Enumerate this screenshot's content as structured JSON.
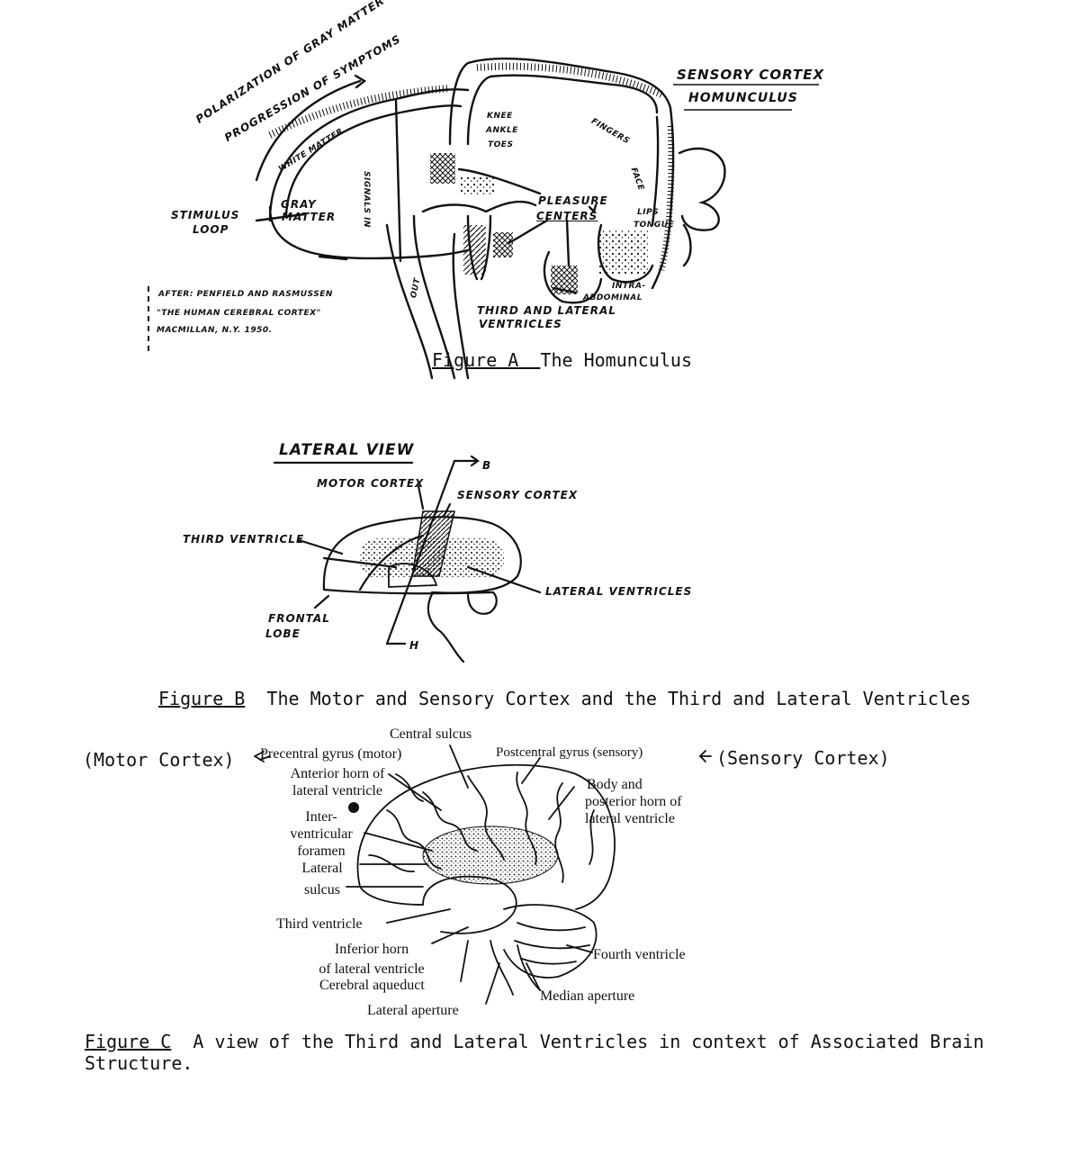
{
  "figure_a": {
    "caption_label": "Figure A",
    "caption_title": "The Homunculus",
    "labels": {
      "sensory_cortex": "SENSORY CORTEX",
      "homunculus": "HOMUNCULUS",
      "polarization": "POLARIZATION OF GRAY MATTER CAUSES",
      "progression": "PROGRESSION OF SYMPTOMS",
      "white_matter": "WHITE MATTER",
      "stimulus": "STIMULUS",
      "loop": "LOOP",
      "gray": "GRAY",
      "matter": "MATTER",
      "pleasure": "PLEASURE",
      "centers": "CENTERS",
      "third_and_lateral": "THIRD AND LATERAL",
      "ventricles": "VENTRICLES",
      "intra": "INTRA-",
      "abdominal": "ABDOMINAL",
      "lips": "LIPS",
      "tongue": "TONGUE",
      "signals_in": "SIGNALS IN",
      "signals_out": "OUT",
      "knee": "KNEE",
      "ankle": "ANKLE",
      "toes": "TOES",
      "fingers": "FINGERS",
      "face": "FACE",
      "after_1": "AFTER: PENFIELD AND RASMUSSEN",
      "after_2": "\"THE HUMAN CEREBRAL CORTEX\"",
      "after_3": "MACMILLAN, N.Y. 1950."
    }
  },
  "figure_b": {
    "caption_label": "Figure B",
    "caption_title": "The Motor and Sensory Cortex and the Third and Lateral Ventricles",
    "labels": {
      "lateral_view": "LATERAL VIEW",
      "motor_cortex": "MOTOR CORTEX",
      "sensory_cortex": "SENSORY CORTEX",
      "third_ventricle": "THIRD VENTRICLE",
      "lateral_ventricles": "LATERAL VENTRICLES",
      "frontal": "FRONTAL",
      "lobe": "LOBE",
      "b": "B",
      "h": "H"
    }
  },
  "figure_c": {
    "caption_label": "Figure C",
    "caption_title": "A view of the Third and Lateral Ventricles in context of Associated Brain",
    "caption_title_2": "Structure.",
    "side_left": "(Motor Cortex)",
    "side_right": "(Sensory Cortex)",
    "labels": {
      "central_sulcus": "Central sulcus",
      "precentral": "Precentral gyrus (motor)",
      "postcentral": "Postcentral gyrus (sensory)",
      "anterior_1": "Anterior horn of",
      "anterior_2": "lateral ventricle",
      "body_1": "Body and",
      "body_2": "posterior horn of",
      "body_3": "lateral ventricle",
      "inter_1": "Inter-",
      "inter_2": "ventricular",
      "inter_3": "foramen",
      "lat_sulcus_1": "Lateral",
      "lat_sulcus_2": "sulcus",
      "third_ventricle": "Third ventricle",
      "inferior_1": "Inferior horn",
      "inferior_2": "of lateral ventricle",
      "cerebral_aqueduct": "Cerebral aqueduct",
      "fourth_ventricle": "Fourth ventricle",
      "median_aperture": "Median aperture",
      "lateral_aperture": "Lateral aperture"
    }
  }
}
